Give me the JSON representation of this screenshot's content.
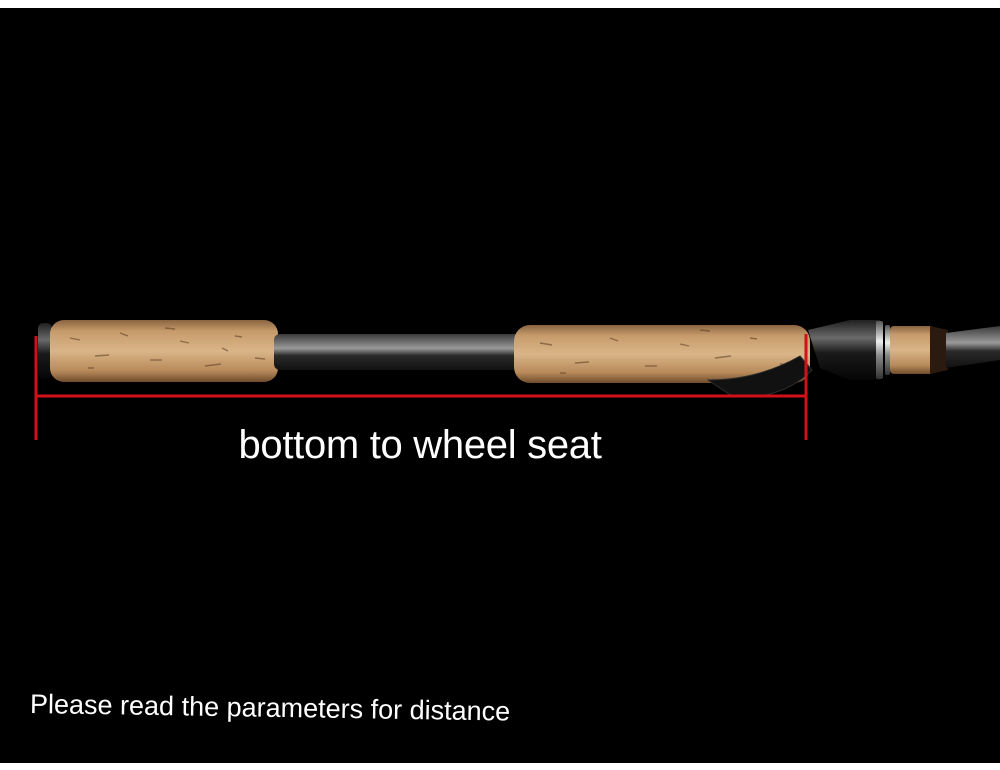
{
  "photo": {
    "subject": "fishing-rod-handle",
    "background_color": "#000000",
    "measure_line_color": "#d0111a",
    "cork_color": "#c89a6a"
  },
  "caption": {
    "measurement_label": "bottom to wheel seat",
    "footer_note": "Please read the parameters for distance"
  }
}
